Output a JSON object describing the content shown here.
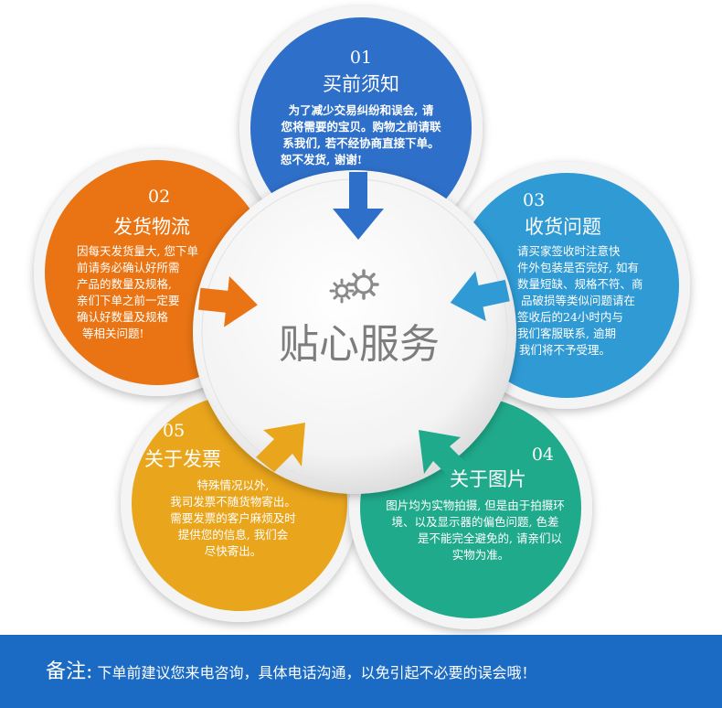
{
  "center": {
    "title": "贴心服务",
    "icon": "gears-icon"
  },
  "colors": {
    "blue": "#2e6fc9",
    "orange": "#ea7413",
    "cyan": "#2f9ad4",
    "yellow": "#e9a51b",
    "green": "#1faa8b",
    "footer": "#1b6bc4"
  },
  "petals": {
    "p01": {
      "num": "01",
      "title": "买前须知",
      "lines": [
        "为了减少交易纠纷和误会, 请",
        "您将需要的宝贝。购物之前请联",
        "系我们, 若不经协商直接下单。",
        "恕不发货, 谢谢!"
      ]
    },
    "p02": {
      "num": "02",
      "title": "发货物流",
      "lines": [
        "因每天发货量大, 您下单",
        "前请务必确认好所需",
        "产品的数量及规格,",
        "亲们下单之前一定要",
        "确认好数量及规格",
        "等相关问题!"
      ]
    },
    "p03": {
      "num": "03",
      "title": "收货问题",
      "lines": [
        "请买家签收时注意快",
        "件外包装是否完好, 如有",
        "数量短缺、规格不符、商",
        "品破损等类似问题请在",
        "签收后的24小时内与",
        "我们客服联系, 逾期",
        "我们将不予受理。"
      ]
    },
    "p04": {
      "num": "04",
      "title": "关于图片",
      "lines": [
        "图片均为实物拍摄, 但是由于拍摄环",
        "境、以及显示器的偏色问题, 色差",
        "是不能完全避免的, 请亲们以",
        "实物为准。"
      ]
    },
    "p05": {
      "num": "05",
      "title": "关于发票",
      "lines": [
        "特殊情况以外,",
        "我司发票不随货物寄出。",
        "需要发票的客户麻烦及时",
        "提供您的信息, 我们会",
        "尽快寄出。"
      ]
    }
  },
  "footer": {
    "label": "备注:",
    "note": "下单前建议您来电咨询，具体电话沟通，以免引起不必要的误会哦！"
  }
}
